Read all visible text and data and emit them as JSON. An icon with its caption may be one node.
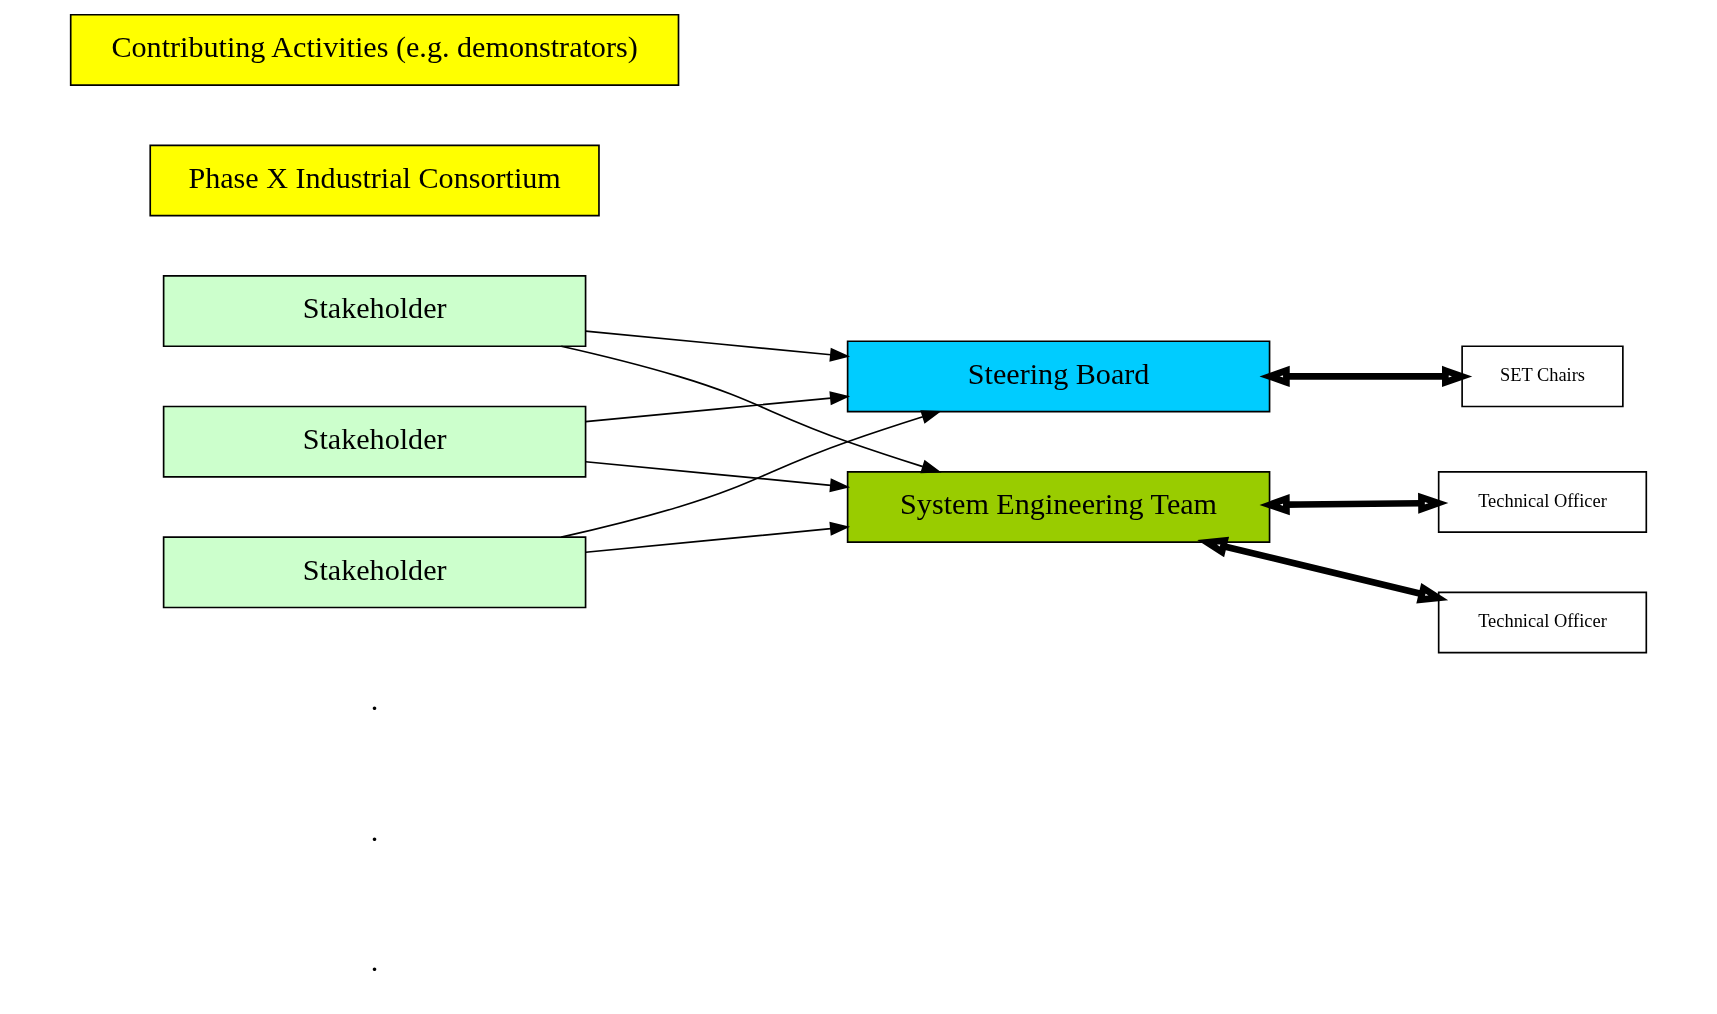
{
  "diagram": {
    "nodes": [
      {
        "text": [
          "Steering Board"
        ]
      },
      {
        "text": [
          "Stakeholder"
        ]
      },
      {
        "text": [
          "Stakeholder"
        ]
      },
      {
        "text": [
          "Stakeholder"
        ]
      },
      {
        "text": [
          "System Engineering Team"
        ]
      },
      {
        "text": [
          "SET Chairs"
        ]
      },
      {
        "text": [
          "Phase X Industrial Consortium"
        ]
      },
      {
        "text": [
          "Technical Officer"
        ]
      },
      {
        "text": [
          "Contributing Activities (e.g. demonstrators)"
        ]
      },
      {
        "text": [
          "Technical Officer"
        ]
      }
    ],
    "edges": [
      {
        "from": 1,
        "to": 0,
        "arrow": "to"
      },
      {
        "from": 2,
        "to": 0,
        "arrow": "to"
      },
      {
        "from": 3,
        "to": 0,
        "arrow": "to"
      },
      {
        "from": 1,
        "to": 4,
        "arrow": "to"
      },
      {
        "from": 2,
        "to": 4,
        "arrow": "to"
      },
      {
        "from": 3,
        "to": 4,
        "arrow": "to"
      },
      {
        "from": 0,
        "to": 5,
        "arrow": "both",
        "style": "thick"
      },
      {
        "from": 4,
        "to": 7,
        "arrow": "both",
        "style": "thick"
      },
      {
        "from": 4,
        "to": 9,
        "arrow": "both",
        "style": "thick"
      }
    ],
    "labels": [
      ".",
      ".",
      "."
    ]
  }
}
